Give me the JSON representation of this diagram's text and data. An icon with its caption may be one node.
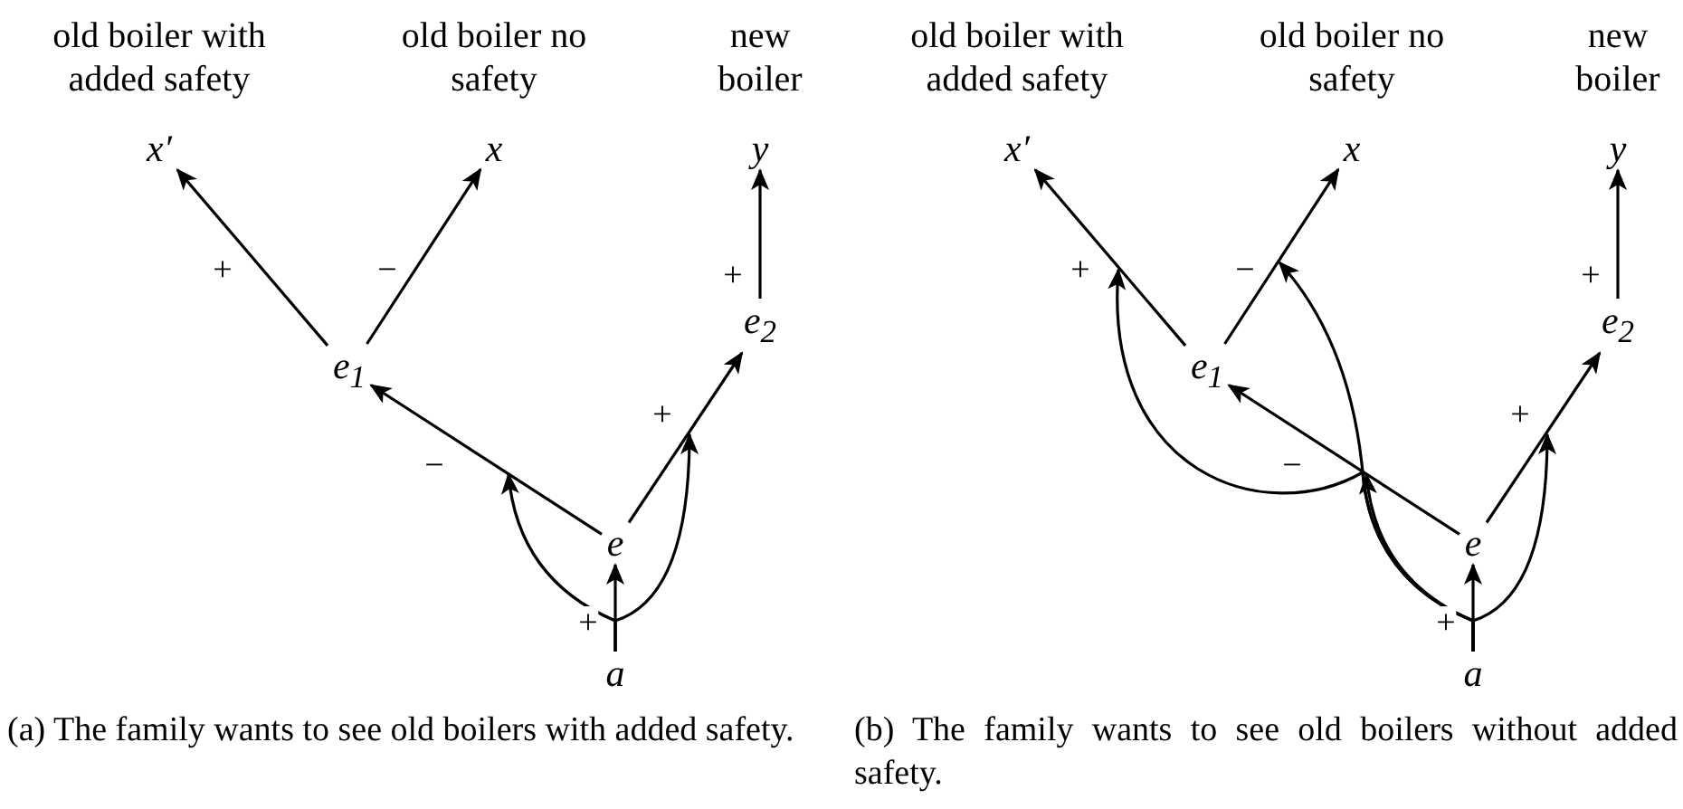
{
  "diagram": {
    "nodes": [
      {
        "text": [
          "x′"
        ],
        "beside": [
          "old boiler with added safety"
        ]
      },
      {
        "text": [
          "x"
        ],
        "beside": [
          "old boiler no safety"
        ]
      },
      {
        "text": [
          "y"
        ],
        "beside": [
          "new boiler"
        ]
      },
      {
        "text": [
          "e$_{1}$"
        ]
      },
      {
        "text": [
          "e$_{2}$"
        ]
      },
      {
        "text": [
          "e"
        ]
      },
      {
        "text": [
          "a"
        ]
      },
      {
        "text": [
          "x′"
        ],
        "beside": [
          "old boiler with added safety"
        ]
      },
      {
        "text": [
          "x"
        ],
        "beside": [
          "old boiler no safety"
        ]
      },
      {
        "text": [
          "y"
        ],
        "beside": [
          "new boiler"
        ]
      },
      {
        "text": [
          "e$_{1}$"
        ]
      },
      {
        "text": [
          "e$_{2}$"
        ]
      },
      {
        "text": [
          "e"
        ]
      },
      {
        "text": [
          "a"
        ]
      }
    ],
    "edges": [
      {
        "from": 3,
        "to": 0,
        "arrow": "to",
        "label": "+"
      },
      {
        "from": 3,
        "to": 1,
        "arrow": "to",
        "label": "−"
      },
      {
        "from": 4,
        "to": 2,
        "arrow": "to",
        "label": "+"
      },
      {
        "from": 5,
        "to": 3,
        "arrow": "to",
        "label": "−"
      },
      {
        "from": 5,
        "to": 4,
        "arrow": "to",
        "label": "+"
      },
      {
        "from": 6,
        "to": 5,
        "arrow": "to",
        "label": "+"
      },
      {
        "from": 6,
        "to": null,
        "arrow": "to"
      },
      {
        "from": 6,
        "to": null,
        "arrow": "to"
      },
      {
        "from": 10,
        "to": 7,
        "arrow": "to",
        "label": "+"
      },
      {
        "from": 10,
        "to": 8,
        "arrow": "to",
        "label": "−"
      },
      {
        "from": 11,
        "to": 9,
        "arrow": "to",
        "label": "+"
      },
      {
        "from": 12,
        "to": 10,
        "arrow": "to",
        "label": "−"
      },
      {
        "from": 12,
        "to": 11,
        "arrow": "to",
        "label": "+"
      },
      {
        "from": 13,
        "to": 12,
        "arrow": "to",
        "label": "+"
      },
      {
        "from": 13,
        "to": null,
        "arrow": "to"
      },
      {
        "from": 13,
        "to": null,
        "arrow": "to"
      },
      {
        "from": 13,
        "to": null,
        "arrow": "to"
      },
      {
        "from": 13,
        "to": null,
        "arrow": "to"
      }
    ],
    "labels": [
      "(a) The family wants to see old boilers with added safety.",
      "(b) The family wants to see old boilers without added safety."
    ]
  }
}
